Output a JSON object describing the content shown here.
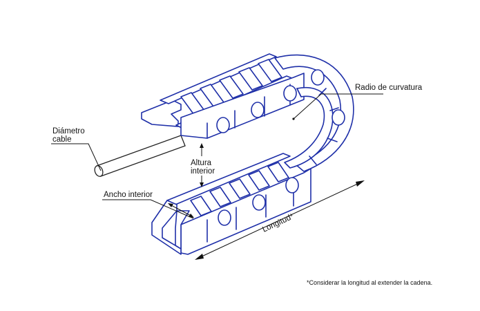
{
  "labels": {
    "bend_radius": "Radio de curvatura",
    "cable_diameter_line1": "Diámetro",
    "cable_diameter_line2": "cable",
    "inner_height_line1": "Altura",
    "inner_height_line2": "interior",
    "inner_width": "Ancho interior",
    "length": "Longitud*"
  },
  "footnote": "*Considerar la longitud al extender la cadena.",
  "colors": {
    "chain_outline": "#1e2fa8",
    "text": "#111111",
    "background": "#ffffff"
  }
}
